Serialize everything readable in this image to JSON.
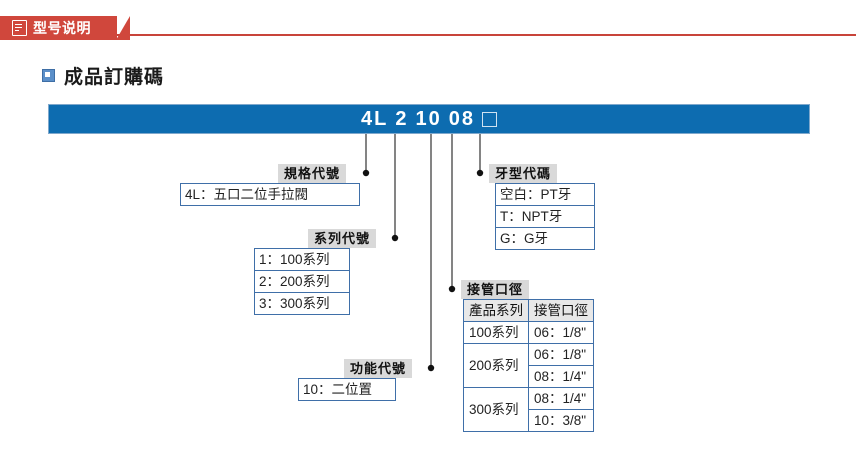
{
  "header": {
    "tag_label": "型号说明",
    "tag_icon": "document-lines-icon",
    "tag_color": "#d0473c"
  },
  "section": {
    "bullet_icon": "square-bullet-icon",
    "title": "成品訂購碼",
    "accent_color": "#0d6cb0"
  },
  "model_bar": {
    "segments": [
      "4L",
      "2",
      "10",
      "08"
    ],
    "blank_segment": "blank-box-icon",
    "full_code": "4L 2 10 08 □",
    "bg_color": "#0d6cb0"
  },
  "callouts": {
    "spec": {
      "label": "規格代號",
      "rows": [
        "4L：五口二位手拉閥"
      ]
    },
    "series": {
      "label": "系列代號",
      "rows": [
        "1：100系列",
        "2：200系列",
        "3：300系列"
      ]
    },
    "function": {
      "label": "功能代號",
      "rows": [
        "10：二位置"
      ]
    },
    "thread": {
      "label": "牙型代碼",
      "rows": [
        "空白：PT牙",
        "T：NPT牙",
        "G：G牙"
      ]
    },
    "port": {
      "label": "接管口徑",
      "table": {
        "headers": [
          "產品系列",
          "接管口徑"
        ],
        "groups": [
          {
            "series": "100系列",
            "sizes": [
              "06：1/8\""
            ]
          },
          {
            "series": "200系列",
            "sizes": [
              "06：1/8\"",
              "08：1/4\""
            ]
          },
          {
            "series": "300系列",
            "sizes": [
              "08：1/4\"",
              "10：3/8\""
            ]
          }
        ]
      }
    }
  }
}
